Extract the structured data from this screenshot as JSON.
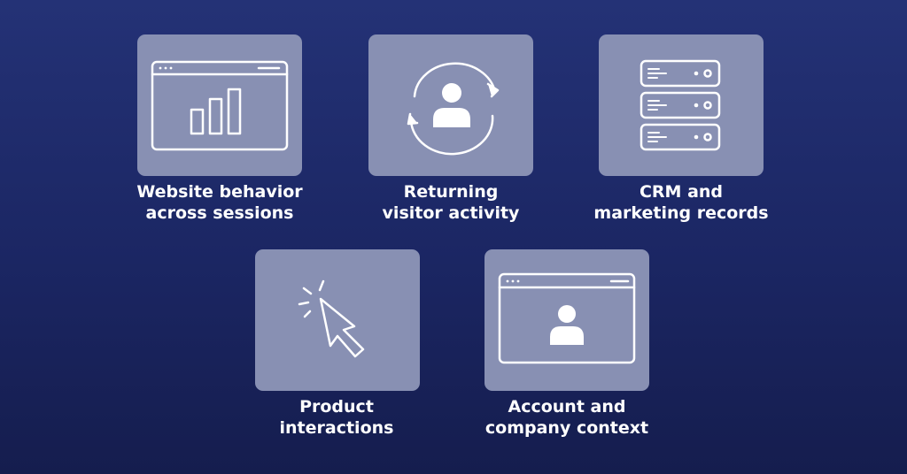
{
  "colors": {
    "background_top": "#243276",
    "background_bottom": "#151d4e",
    "card": "#8890b3",
    "icon": "#ffffff",
    "text": "#ffffff"
  },
  "items": [
    {
      "icon": "browser-bar-chart-icon",
      "line1": "Website behavior",
      "line2": "across sessions"
    },
    {
      "icon": "returning-user-icon",
      "line1": "Returning",
      "line2": "visitor activity"
    },
    {
      "icon": "server-database-icon",
      "line1": "CRM and",
      "line2": "marketing records"
    },
    {
      "icon": "cursor-click-icon",
      "line1": "Product",
      "line2": "interactions"
    },
    {
      "icon": "browser-user-icon",
      "line1": "Account and",
      "line2": "company context"
    }
  ]
}
